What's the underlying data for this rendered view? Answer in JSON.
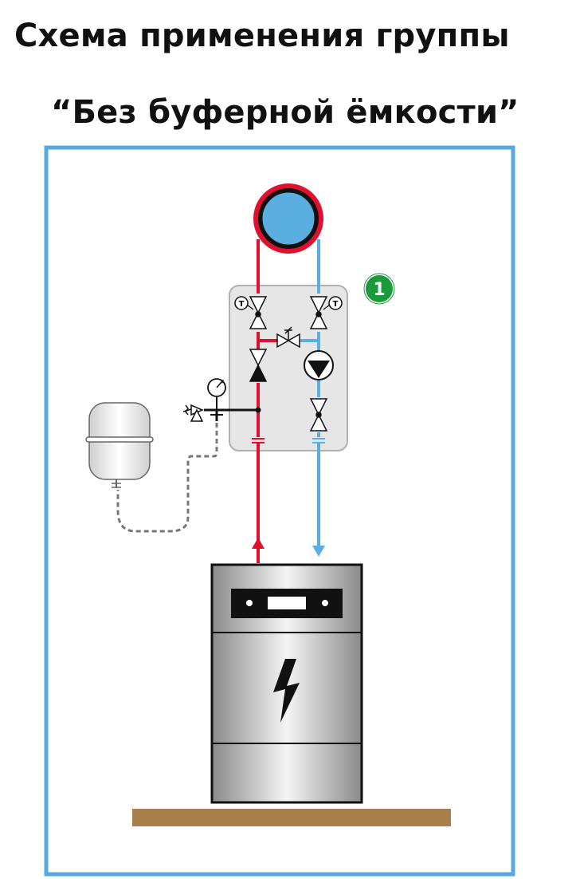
{
  "title_line1": "Схема применения группы",
  "title_line2": "“Без буферной ёмкости”",
  "badge_label": "1",
  "thermometer_label": "T",
  "colors": {
    "frame": "#57a8dc",
    "supply": "#e0102f",
    "return": "#5aaee0",
    "module": "#e6e6e6",
    "badge": "#1a9a3c",
    "floor": "#a97f4c"
  }
}
